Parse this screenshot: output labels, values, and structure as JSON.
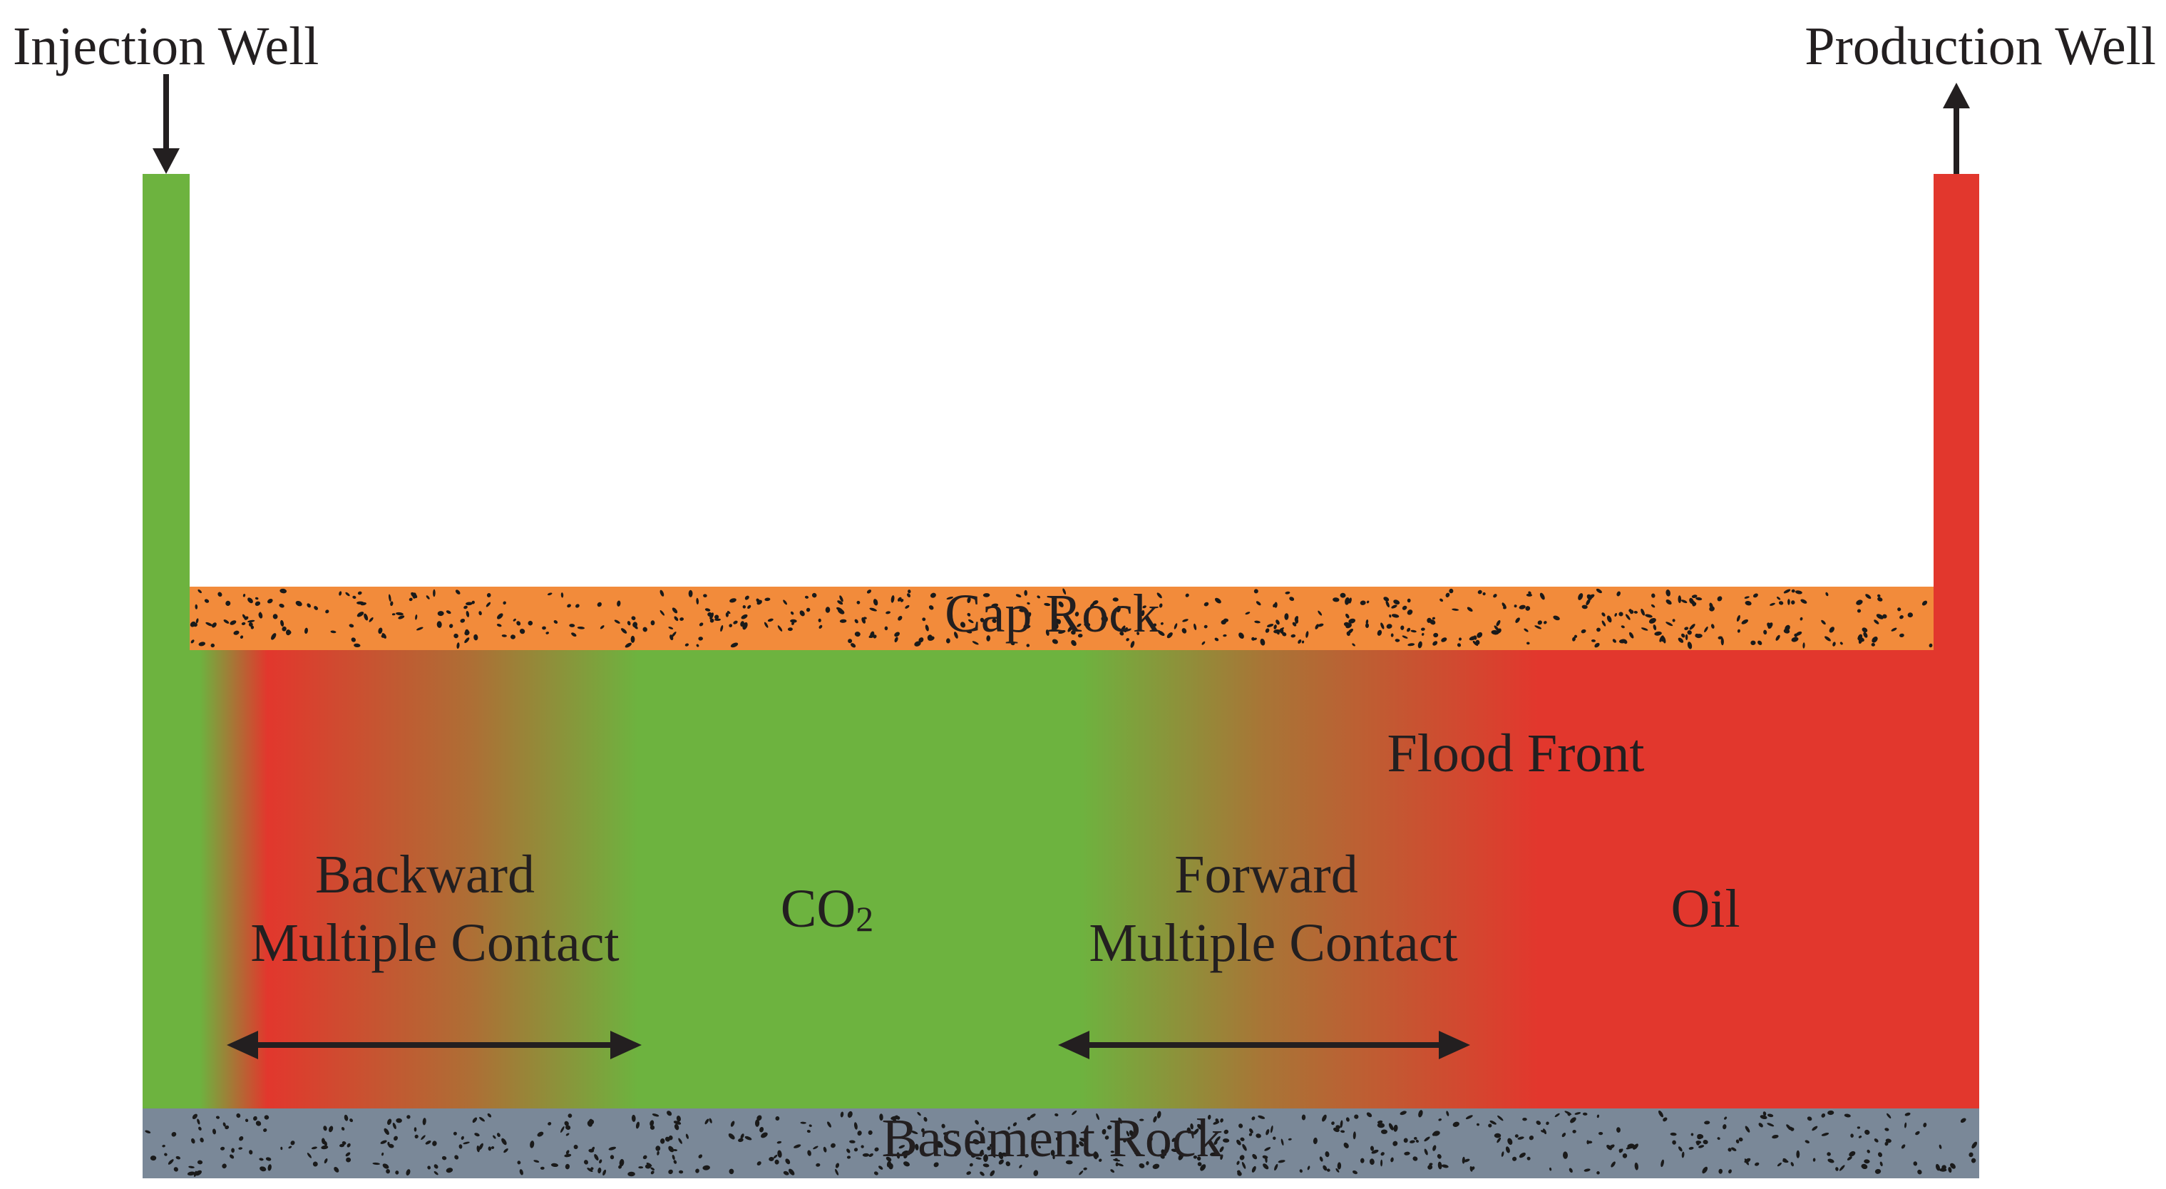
{
  "wells": {
    "injection": {
      "label": "Injection Well",
      "color": "#6db33f"
    },
    "production": {
      "label": "Production Well",
      "color": "#e2372d"
    }
  },
  "layers": {
    "cap_rock": {
      "label": "Cap Rock",
      "color": "#f28b3b"
    },
    "basement_rock": {
      "label": "Basement Rock",
      "color": "#7a8898"
    }
  },
  "reservoir": {
    "co2_color": "#6db33f",
    "oil_color": "#e2372d",
    "zones": {
      "backward": {
        "line1": "Backward",
        "line2": "Multiple Contact"
      },
      "co2": {
        "main": "CO",
        "subscript": "2"
      },
      "forward": {
        "line1": "Forward",
        "line2": "Multiple Contact"
      },
      "oil": {
        "label": "Oil"
      },
      "flood_front": {
        "label": "Flood Front"
      }
    }
  }
}
